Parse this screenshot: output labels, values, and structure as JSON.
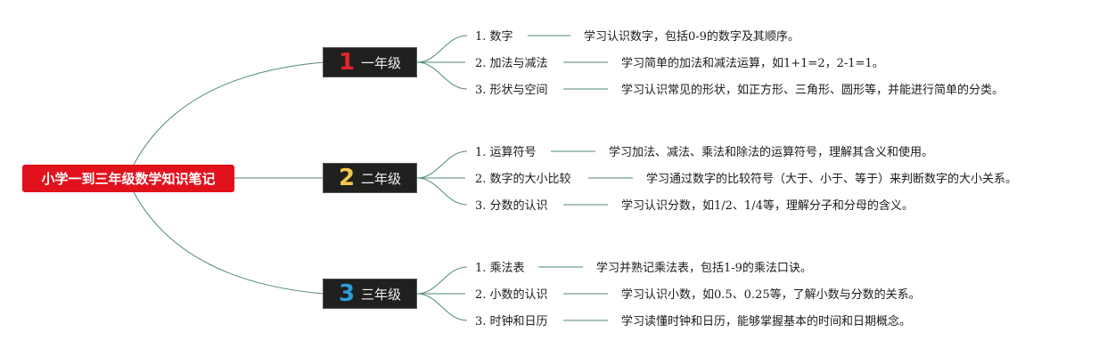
{
  "root": {
    "title": "小学一到三年级数学知识笔记"
  },
  "colors": {
    "root_bg": "#e2121c",
    "grade_bg": "#20201f",
    "connector": "#4f8a78"
  },
  "grades": [
    {
      "num": "1",
      "name": "一年级",
      "num_color": "#e2232a",
      "topics": [
        {
          "label": "1. 数字",
          "desc": "学习认识数字，包括0-9的数字及其顺序。"
        },
        {
          "label": "2. 加法与减法",
          "desc": "学习简单的加法和减法运算，如1+1=2，2-1=1。"
        },
        {
          "label": "3. 形状与空间",
          "desc": "学习认识常见的形状，如正方形、三角形、圆形等，并能进行简单的分类。"
        }
      ]
    },
    {
      "num": "2",
      "name": "二年级",
      "num_color": "#f2c94c",
      "topics": [
        {
          "label": "1. 运算符号",
          "desc": "学习加法、减法、乘法和除法的运算符号，理解其含义和使用。"
        },
        {
          "label": "2. 数字的大小比较",
          "desc": "学习通过数字的比较符号（大于、小于、等于）来判断数字的大小关系。"
        },
        {
          "label": "3. 分数的认识",
          "desc": "学习认识分数，如1/2、1/4等，理解分子和分母的含义。"
        }
      ]
    },
    {
      "num": "3",
      "name": "三年级",
      "num_color": "#2a9fd8",
      "topics": [
        {
          "label": "1. 乘法表",
          "desc": "学习并熟记乘法表，包括1-9的乘法口诀。"
        },
        {
          "label": "2. 小数的认识",
          "desc": "学习认识小数，如0.5、0.25等，了解小数与分数的关系。"
        },
        {
          "label": "3. 时钟和日历",
          "desc": "学习读懂时钟和日历，能够掌握基本的时间和日期概念。"
        }
      ]
    }
  ]
}
